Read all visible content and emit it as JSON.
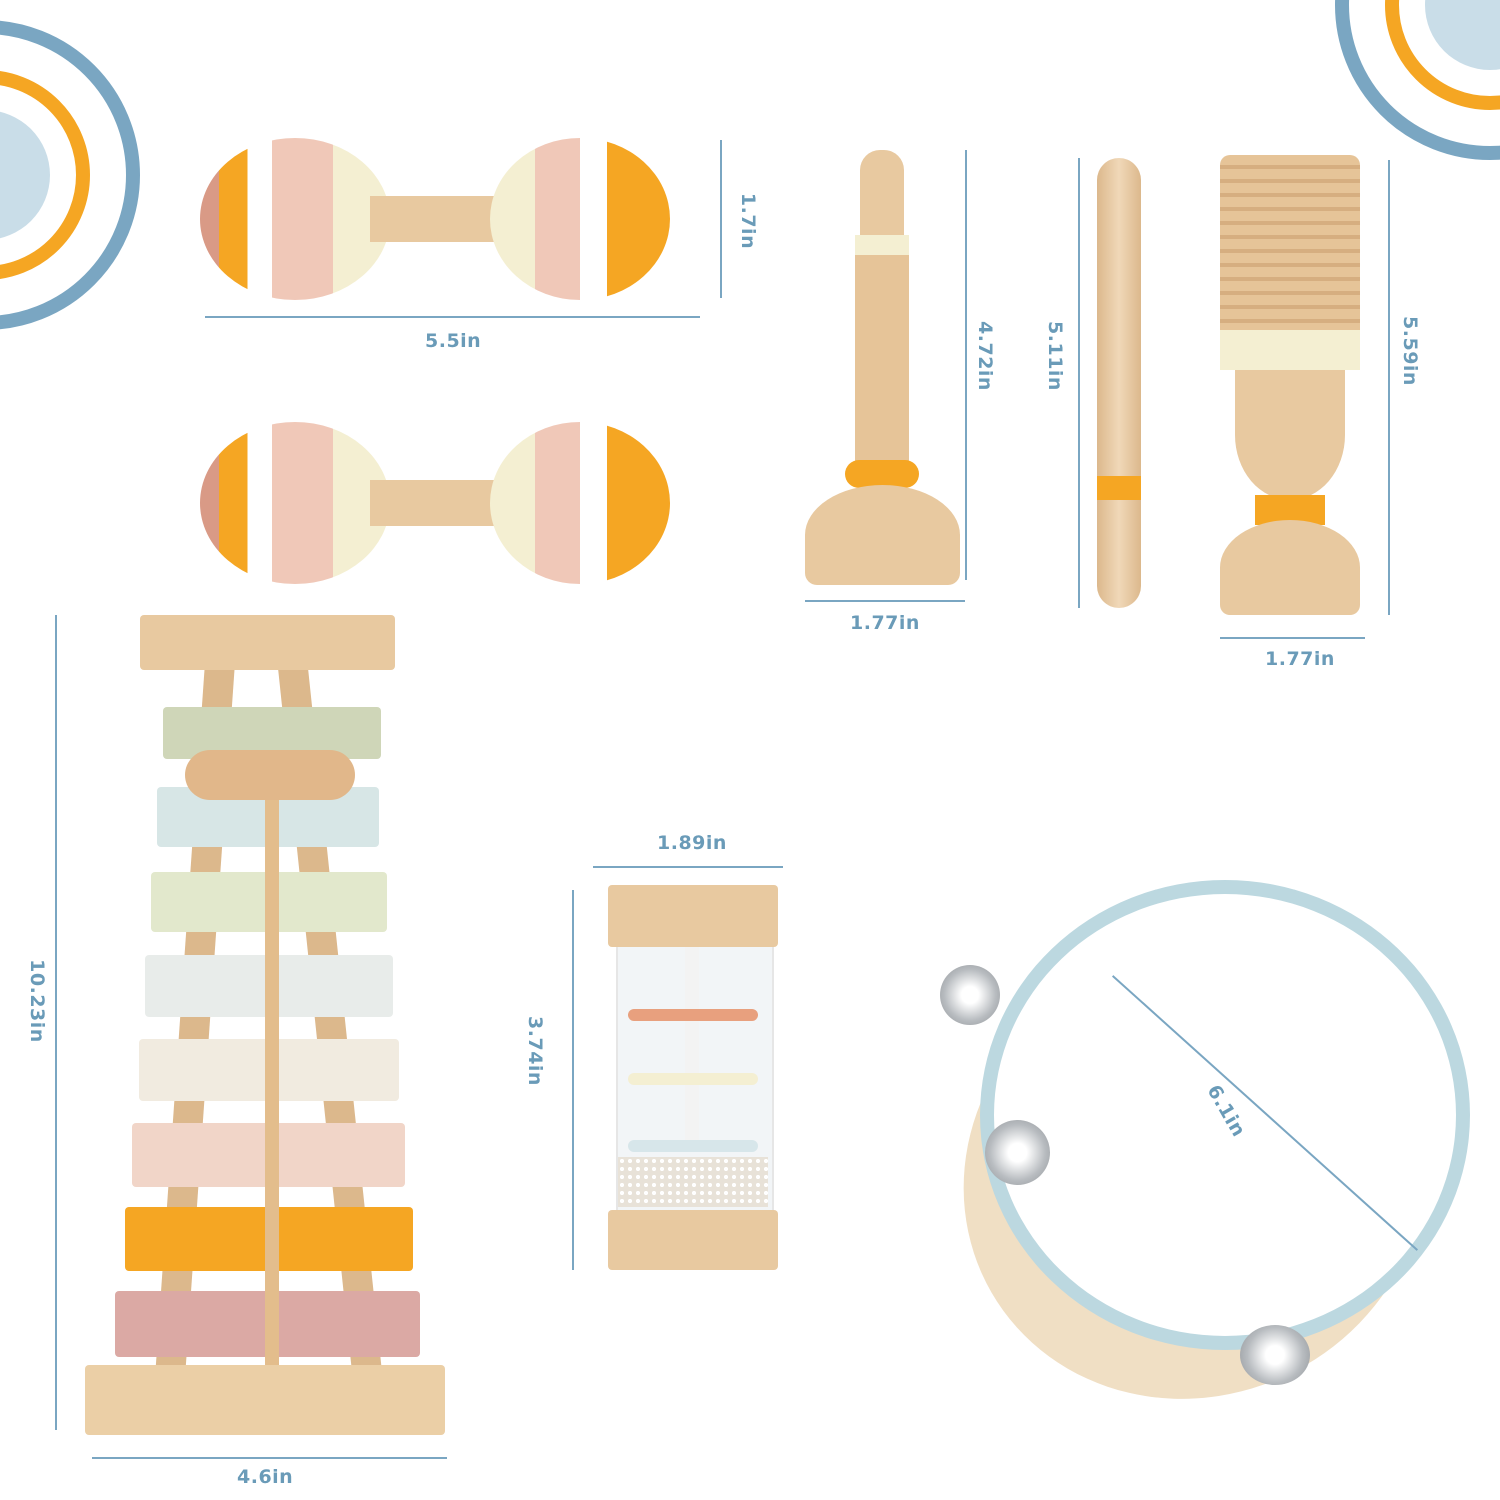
{
  "image": {
    "description": "Wooden toddler musical instrument set with dimension annotations",
    "items": [
      {
        "name": "maraca-pair",
        "dimensions": {
          "length": "5.5in",
          "height": "1.7in"
        }
      },
      {
        "name": "trumpet-whistle",
        "dimensions": {
          "height": "4.72in",
          "width": "1.77in"
        }
      },
      {
        "name": "drum-stick",
        "dimensions": {
          "length": "5.11in"
        }
      },
      {
        "name": "guiro-scraper",
        "dimensions": {
          "height": "5.59in",
          "width": "1.77in"
        }
      },
      {
        "name": "xylophone",
        "dimensions": {
          "height": "10.23in",
          "width": "4.6in"
        }
      },
      {
        "name": "rain-shaker",
        "dimensions": {
          "width": "1.89in",
          "height": "3.74in"
        }
      },
      {
        "name": "tambourine",
        "dimensions": {
          "diameter": "6.1in"
        }
      }
    ]
  },
  "labels": {
    "maraca_length": "5.5in",
    "maraca_height": "1.7in",
    "trumpet_height": "4.72in",
    "trumpet_width": "1.77in",
    "stick_length": "5.11in",
    "guiro_height": "5.59in",
    "guiro_width": "1.77in",
    "xylophone_height": "10.23in",
    "xylophone_width": "4.6in",
    "shaker_width": "1.89in",
    "shaker_height": "3.74in",
    "tambourine_diameter": "6.1in"
  },
  "colors": {
    "dimension_line": "#7aa6c2",
    "accent_orange": "#f5a623",
    "accent_blue": "#a8c8d6",
    "wood": "#e8c9a0"
  }
}
